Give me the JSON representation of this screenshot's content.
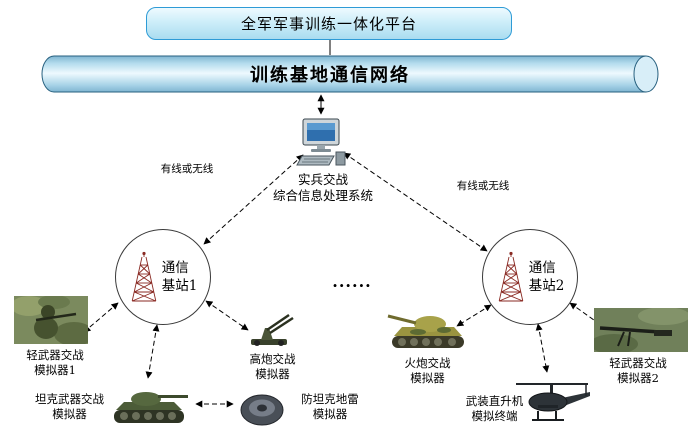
{
  "diagram": {
    "platform": {
      "title": "全军军事训练一体化平台"
    },
    "network": {
      "label": "训练基地通信网络"
    },
    "processing_system": {
      "label": "实兵交战\n综合信息处理系统"
    },
    "links": {
      "left_label": "有线或无线",
      "right_label": "有线或无线"
    },
    "stations": [
      {
        "label": "通信\n基站1"
      },
      {
        "label": "通信\n基站2"
      }
    ],
    "ellipsis": "......",
    "devices": [
      {
        "label": "轻武器交战\n模拟器1"
      },
      {
        "label": "高炮交战\n模拟器"
      },
      {
        "label": "坦克武器交战\n模拟器"
      },
      {
        "label": "防坦克地雷\n模拟器"
      },
      {
        "label": "火炮交战\n模拟器"
      },
      {
        "label": "武装直升机\n模拟终端"
      },
      {
        "label": "轻武器交战\n模拟器2"
      }
    ],
    "colors": {
      "platform_fill": "#cdeef9",
      "platform_border": "#2e9bd6",
      "cylinder_fill": "#a9d4e8",
      "cylinder_border": "#27607f",
      "line": "#000000"
    }
  }
}
